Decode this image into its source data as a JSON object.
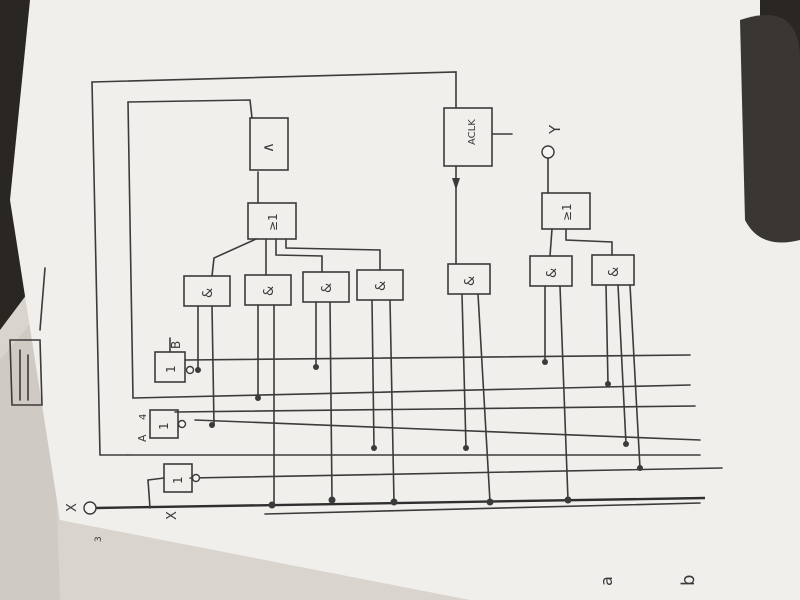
{
  "image_kind": "photo of a hand-drawn logic circuit on paper",
  "colors": {
    "paper": "#f1efeb",
    "ink": "#3b3b3b",
    "background": "#2a2622"
  },
  "gates": {
    "and_symbol": "&",
    "or_symbol": "≥1",
    "not_symbol": "1",
    "top_symbol": "∧",
    "dff_label": "ACLK"
  },
  "labels": {
    "input_x": "X",
    "input_x_lower": "X",
    "output_y": "Y",
    "inv_top_label": "B",
    "inv_mid_label": "A",
    "inv_mid_sub": "4",
    "corner_a": "a",
    "corner_b": "b"
  }
}
